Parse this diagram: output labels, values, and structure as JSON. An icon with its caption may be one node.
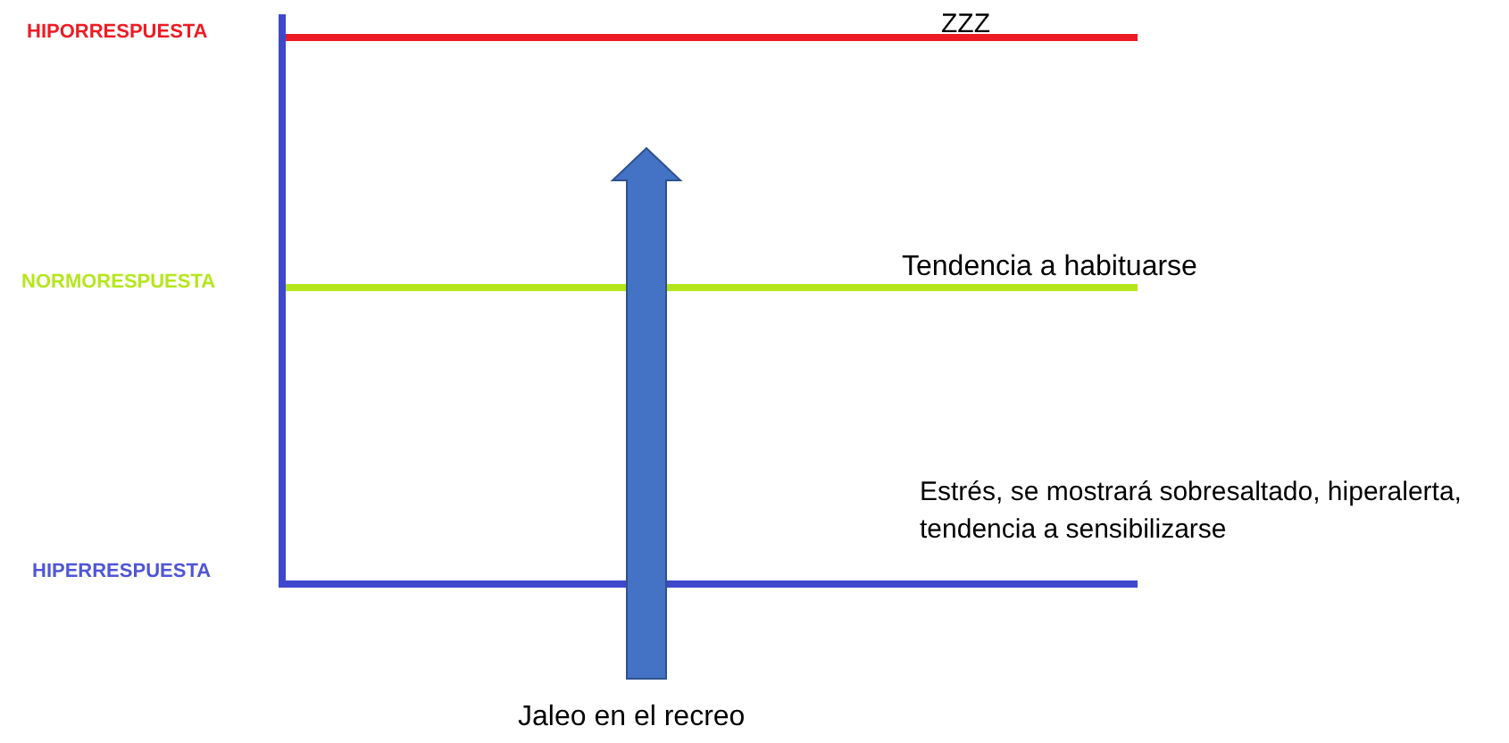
{
  "diagram": {
    "labels": [
      "HIPORRESPUESTA",
      "ZZZ",
      "NORMORESPUESTA",
      "Tendencia a habituarse",
      "HIPERRESPUESTA",
      "Estrés, se mostrará sobresaltado, hiperalerta, tendencia a sensibilizarse",
      "Jaleo en el recreo"
    ]
  }
}
